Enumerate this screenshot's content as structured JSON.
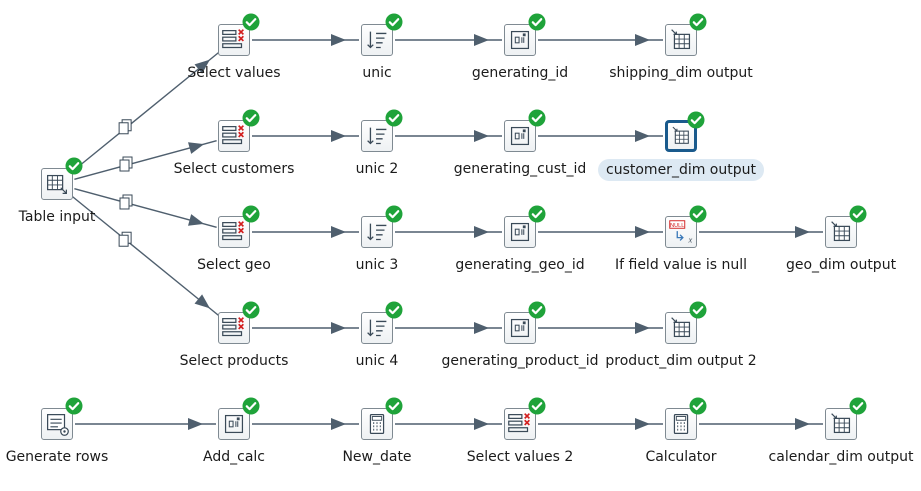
{
  "canvas": {
    "steps": [
      {
        "id": "table_input",
        "label": "Table input",
        "icon": "table-input-icon"
      },
      {
        "id": "select_values",
        "label": "Select values",
        "icon": "select-values-icon"
      },
      {
        "id": "unic",
        "label": "unic",
        "icon": "sort-icon"
      },
      {
        "id": "generating_id",
        "label": "generating_id",
        "icon": "sequence-icon"
      },
      {
        "id": "shipping_dim_output",
        "label": "shipping_dim output",
        "icon": "table-output-icon"
      },
      {
        "id": "select_customers",
        "label": "Select customers",
        "icon": "select-values-icon"
      },
      {
        "id": "unic_2",
        "label": "unic 2",
        "icon": "sort-icon"
      },
      {
        "id": "generating_cust_id",
        "label": "generating_cust_id",
        "icon": "sequence-icon"
      },
      {
        "id": "customer_dim_output",
        "label": "customer_dim output",
        "icon": "table-output-icon",
        "selected": true
      },
      {
        "id": "select_geo",
        "label": "Select geo",
        "icon": "select-values-icon"
      },
      {
        "id": "unic_3",
        "label": "unic 3",
        "icon": "sort-icon"
      },
      {
        "id": "generating_geo_id",
        "label": "generating_geo_id",
        "icon": "sequence-icon"
      },
      {
        "id": "if_field_null",
        "label": "If field value is null",
        "icon": "null-if-icon",
        "icon_text": "NULL",
        "icon_sub": "x"
      },
      {
        "id": "geo_dim_output",
        "label": "geo_dim output",
        "icon": "table-output-icon"
      },
      {
        "id": "select_products",
        "label": "Select products",
        "icon": "select-values-icon"
      },
      {
        "id": "unic_4",
        "label": "unic 4",
        "icon": "sort-icon"
      },
      {
        "id": "generating_product_id",
        "label": "generating_product_id",
        "icon": "sequence-icon"
      },
      {
        "id": "product_dim_output_2",
        "label": "product_dim output 2",
        "icon": "table-output-icon"
      },
      {
        "id": "generate_rows",
        "label": "Generate rows",
        "icon": "generate-rows-icon"
      },
      {
        "id": "add_calc",
        "label": "Add_calc",
        "icon": "sequence-icon"
      },
      {
        "id": "new_date",
        "label": "New_date",
        "icon": "calculator-icon"
      },
      {
        "id": "select_values_2",
        "label": "Select values 2",
        "icon": "select-values-icon"
      },
      {
        "id": "calculator",
        "label": "Calculator",
        "icon": "calculator-icon"
      },
      {
        "id": "calendar_dim_output",
        "label": "calendar_dim output",
        "icon": "table-output-icon"
      }
    ],
    "hops": [
      {
        "from": "table_input",
        "to": "select_values",
        "copy": true
      },
      {
        "from": "table_input",
        "to": "select_customers",
        "copy": true
      },
      {
        "from": "table_input",
        "to": "select_geo",
        "copy": true
      },
      {
        "from": "table_input",
        "to": "select_products",
        "copy": true
      },
      {
        "from": "select_values",
        "to": "unic"
      },
      {
        "from": "unic",
        "to": "generating_id"
      },
      {
        "from": "generating_id",
        "to": "shipping_dim_output"
      },
      {
        "from": "select_customers",
        "to": "unic_2"
      },
      {
        "from": "unic_2",
        "to": "generating_cust_id"
      },
      {
        "from": "generating_cust_id",
        "to": "customer_dim_output"
      },
      {
        "from": "select_geo",
        "to": "unic_3"
      },
      {
        "from": "unic_3",
        "to": "generating_geo_id"
      },
      {
        "from": "generating_geo_id",
        "to": "if_field_null"
      },
      {
        "from": "if_field_null",
        "to": "geo_dim_output"
      },
      {
        "from": "select_products",
        "to": "unic_4"
      },
      {
        "from": "unic_4",
        "to": "generating_product_id"
      },
      {
        "from": "generating_product_id",
        "to": "product_dim_output_2"
      },
      {
        "from": "generate_rows",
        "to": "add_calc"
      },
      {
        "from": "add_calc",
        "to": "new_date"
      },
      {
        "from": "new_date",
        "to": "select_values_2"
      },
      {
        "from": "select_values_2",
        "to": "calculator"
      },
      {
        "from": "calculator",
        "to": "calendar_dim_output"
      }
    ],
    "colors": {
      "hop": "#4f5f6e",
      "check": "#1fa33a",
      "selected_border": "#1a5a8c",
      "selected_label_bg": "#dde9f3",
      "icon_stroke": "#3a4a58",
      "icon_red": "#d21e1e",
      "icon_blue": "#3a78b8"
    }
  }
}
